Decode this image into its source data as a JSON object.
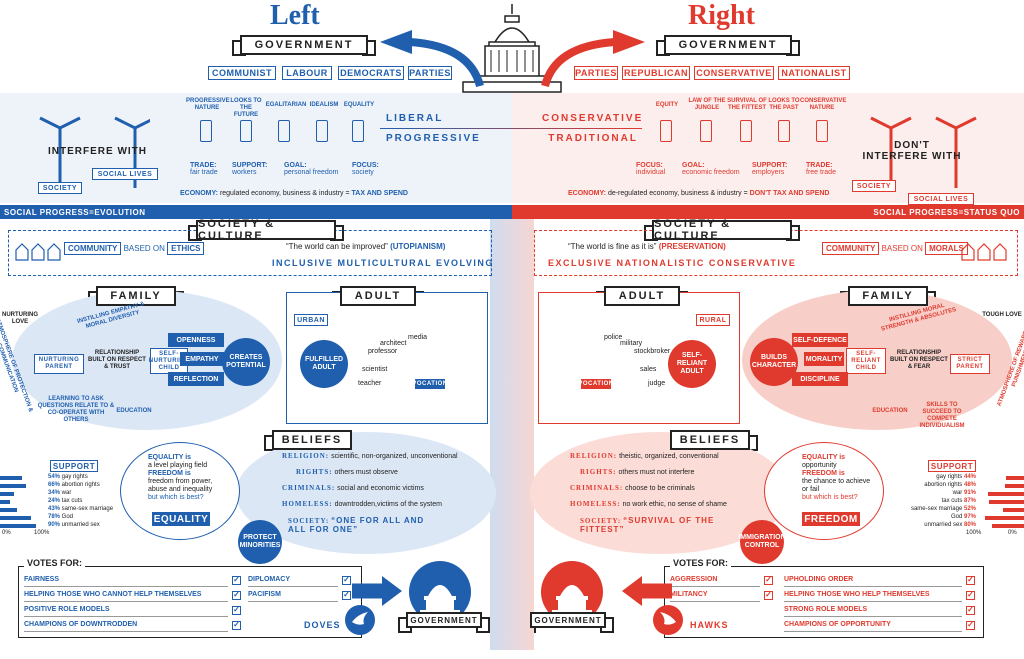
{
  "titles": {
    "left": "Left",
    "right": "Right"
  },
  "government_label": "GOVERNMENT",
  "left_parties": [
    "COMMUNIST",
    "LABOUR",
    "DEMOCRATS",
    "PARTIES"
  ],
  "right_parties": [
    "PARTIES",
    "REPUBLICAN",
    "CONSERVATIVE",
    "NATIONALIST"
  ],
  "left_pillars": [
    "PROGRESSIVE NATURE",
    "LOOKS TO THE FUTURE",
    "EGALITARIAN",
    "IDEALISM",
    "EQUALITY"
  ],
  "right_pillars": [
    "EQUITY",
    "LAW OF THE JUNGLE",
    "SURVIVAL OF THE FITTEST",
    "LOOKS TO THE PAST",
    "CONSERVATIVE NATURE"
  ],
  "spectrum": {
    "liberal": "LIBERAL",
    "conservative": "CONSERVATIVE",
    "progressive": "PROGRESSIVE",
    "traditional": "TRADITIONAL"
  },
  "left_stats": [
    {
      "k": "TRADE:",
      "v": "fair trade"
    },
    {
      "k": "SUPPORT:",
      "v": "workers"
    },
    {
      "k": "GOAL:",
      "v": "personal freedom"
    },
    {
      "k": "FOCUS:",
      "v": "society"
    }
  ],
  "right_stats": [
    {
      "k": "FOCUS:",
      "v": "individual"
    },
    {
      "k": "GOAL:",
      "v": "economic freedom"
    },
    {
      "k": "SUPPORT:",
      "v": "employers"
    },
    {
      "k": "TRADE:",
      "v": "free trade"
    }
  ],
  "interfere": {
    "left": "INTERFERE WITH",
    "right": "DON'T INTERFERE WITH",
    "society": "SOCIETY",
    "social_lives": "SOCIAL LIVES"
  },
  "economy": {
    "left_k": "ECONOMY:",
    "left_v": "regulated economy, business & industry =",
    "left_r": "TAX AND SPEND",
    "right_k": "ECONOMY:",
    "right_v": "de-regulated economy, business & industry =",
    "right_r": "DON'T TAX AND SPEND"
  },
  "social_progress": {
    "left_k": "SOCIAL PROGRESS",
    "left_v": "=EVOLUTION",
    "right_k": "SOCIAL PROGRESS",
    "right_v": "=STATUS QUO"
  },
  "society_culture": "SOCIETY & CULTURE",
  "left_culture": {
    "community": "COMMUNITY",
    "based": "BASED ON",
    "basis": "ETHICS",
    "quote": "“The world can be improved”",
    "tag": "(UTOPIANISM)",
    "values": "INCLUSIVE  MULTICULTURAL  EVOLVING"
  },
  "right_culture": {
    "community": "COMMUNITY",
    "based": "BASED ON",
    "basis": "MORALS",
    "quote": "“The world is fine as it is”",
    "tag": "(PRESERVATION)",
    "values": "EXCLUSIVE  NATIONALISTIC  CONSERVATIVE"
  },
  "family": "FAMILY",
  "adult": "ADULT",
  "left_family": {
    "nurturing_love": "NURTURING LOVE",
    "empathy_note": "INSTILLING EMPATHY & MORAL DIVERSITY",
    "parent": "NURTURING PARENT",
    "relationship": "RELATIONSHIP BUILT ON RESPECT & TRUST",
    "child": "SELF-NURTURING CHILD",
    "traits": [
      "OPENNESS",
      "EMPATHY",
      "REFLECTION"
    ],
    "creates": "CREATES POTENTIAL",
    "learning": "LEARNING TO ASK QUESTIONS RELATE TO & CO-OPERATE WITH OTHERS",
    "education": "EDUCATION",
    "atmosphere": "ATMOSPHERE OF PROTECTION & COMMUNICATION"
  },
  "right_family": {
    "tough_love": "TOUGH LOVE",
    "moral_note": "INSTILLING MORAL STRENGTH & ABSOLUTES",
    "parent": "STRICT PARENT",
    "relationship": "RELATIONSHIP BUILT ON RESPECT & FEAR",
    "child": "SELF-RELIANT CHILD",
    "traits": [
      "SELF-DEFENCE",
      "MORALITY",
      "DISCIPLINE"
    ],
    "builds": "BUILDS CHARACTER",
    "skills": "SKILLS TO SUCCEED TO COMPETE INDIVIDUALISM",
    "education": "EDUCATION",
    "atmosphere": "ATMOSPHERE OF REWARD & PUNISHMENT"
  },
  "left_adult": {
    "setting": "URBAN",
    "outcome": "FULFILLED ADULT",
    "vocation": "VOCATION",
    "jobs": [
      "media",
      "architect",
      "professor",
      "scientist",
      "teacher"
    ]
  },
  "right_adult": {
    "setting": "RURAL",
    "outcome": "SELF-RELIANT ADULT",
    "vocation": "VOCATION",
    "jobs": [
      "police",
      "military",
      "stockbroker",
      "sales",
      "judge"
    ]
  },
  "beliefs": "BELIEFS",
  "left_beliefs": [
    {
      "k": "RELIGION:",
      "v": "scientific, non-organized, unconventional"
    },
    {
      "k": "RIGHTS:",
      "v": "others must observe"
    },
    {
      "k": "CRIMINALS:",
      "v": "social and economic victims"
    },
    {
      "k": "HOMELESS:",
      "v": "downtrodden,victims of the system"
    },
    {
      "k": "SOCIETY:",
      "v": "“ONE FOR ALL AND ALL FOR ONE”"
    }
  ],
  "right_beliefs": [
    {
      "k": "RELIGION:",
      "v": "theistic, organized, conventional"
    },
    {
      "k": "RIGHTS:",
      "v": "others must not interfere"
    },
    {
      "k": "CRIMINALS:",
      "v": "choose to be criminals"
    },
    {
      "k": "HOMELESS:",
      "v": "no work ethic, no sense of shame"
    },
    {
      "k": "SOCIETY:",
      "v": "“SURVIVAL OF THE FITTEST”"
    }
  ],
  "left_value": {
    "l1": "EQUALITY is",
    "l2": "a level playing field",
    "l3": "FREEDOM is",
    "l4": "freedom from power, abuse and inequality",
    "q": "but which is best?",
    "ans": "EQUALITY"
  },
  "right_value": {
    "l1": "EQUALITY is",
    "l2": "opportunity",
    "l3": "FREEDOM is",
    "l4": "the chance to achieve or fail",
    "q": "but which is best?",
    "ans": "FREEDOM"
  },
  "protect": "PROTECT MINORITIES",
  "immigration": "IMMIGRATION CONTROL",
  "support": "SUPPORT",
  "left_support": [
    {
      "p": "54%",
      "l": "gay rights",
      "v": 54
    },
    {
      "p": "66%",
      "l": "abortion rights",
      "v": 66
    },
    {
      "p": "34%",
      "l": "war",
      "v": 34
    },
    {
      "p": "24%",
      "l": "tax cuts",
      "v": 24
    },
    {
      "p": "43%",
      "l": "same-sex marriage",
      "v": 43
    },
    {
      "p": "78%",
      "l": "God",
      "v": 78
    },
    {
      "p": "90%",
      "l": "unmarried sex",
      "v": 90
    }
  ],
  "right_support": [
    {
      "p": "44%",
      "l": "gay rights",
      "v": 44
    },
    {
      "p": "48%",
      "l": "abortion rights",
      "v": 48
    },
    {
      "p": "91%",
      "l": "war",
      "v": 91
    },
    {
      "p": "87%",
      "l": "tax cuts",
      "v": 87
    },
    {
      "p": "52%",
      "l": "same-sex marriage",
      "v": 52
    },
    {
      "p": "97%",
      "l": "God",
      "v": 97
    },
    {
      "p": "80%",
      "l": "unmarried sex",
      "v": 80
    }
  ],
  "axis": {
    "zero": "0%",
    "hundred": "100%"
  },
  "votes_for": "VOTES FOR:",
  "left_votes_a": [
    "FAIRNESS",
    "HELPING THOSE WHO CANNOT HELP THEMSELVES",
    "POSITIVE ROLE MODELS",
    "CHAMPIONS OF DOWNTRODDEN"
  ],
  "left_votes_b": [
    "DIPLOMACY",
    "PACIFISM"
  ],
  "right_votes_a": [
    "AGGRESSION",
    "MILITANCY"
  ],
  "right_votes_b": [
    "UPHOLDING ORDER",
    "HELPING THOSE WHO HELP THEMSELVES",
    "STRONG ROLE MODELS",
    "CHAMPIONS OF OPPORTUNITY"
  ],
  "doves": "DOVES",
  "hawks": "HAWKS",
  "check": "✓",
  "colors": {
    "left": "#1f5fae",
    "right": "#e03a2e",
    "left_light": "#d6e3f3",
    "right_light": "#fbdcd7"
  }
}
